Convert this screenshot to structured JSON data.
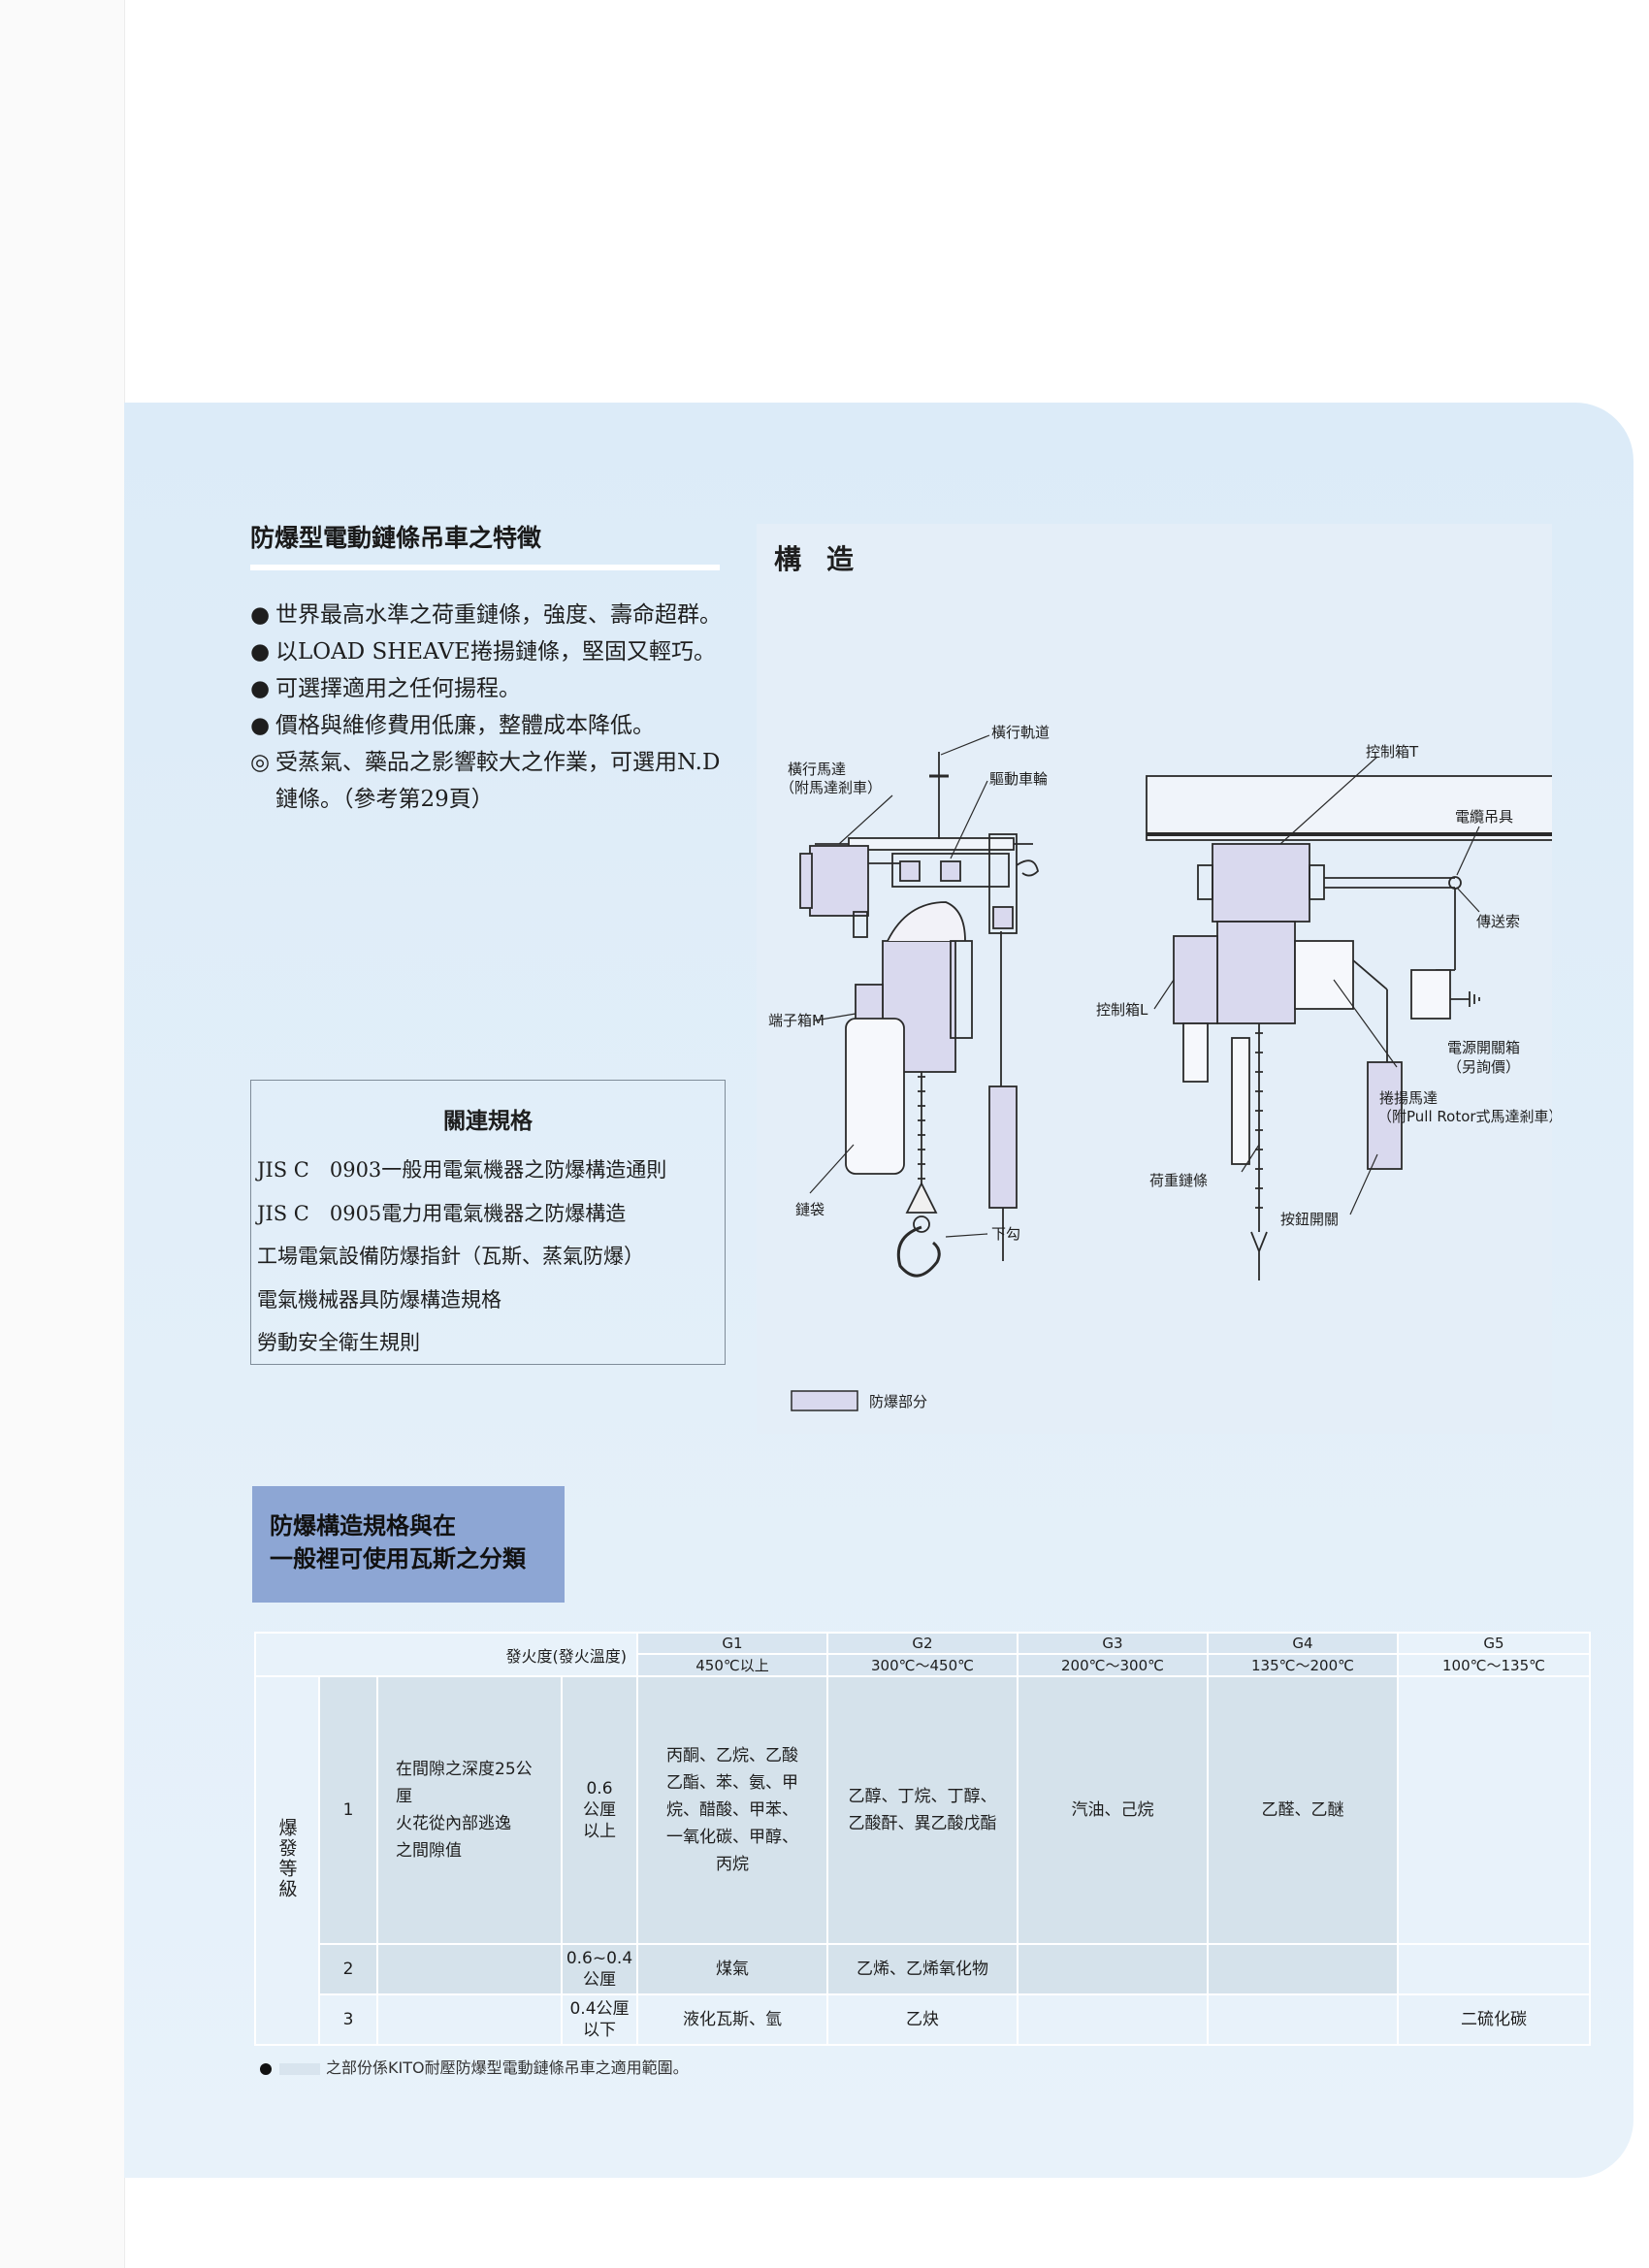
{
  "features": {
    "title": "防爆型電動鏈條吊車之特徵",
    "items": [
      {
        "bullet": "●",
        "text": "世界最高水準之荷重鏈條，強度、壽命超群。"
      },
      {
        "bullet": "●",
        "text": "以LOAD SHEAVE捲揚鏈條，堅固又輕巧。"
      },
      {
        "bullet": "●",
        "text": "可選擇適用之任何揚程。"
      },
      {
        "bullet": "●",
        "text": "價格與維修費用低廉，整體成本降低。"
      },
      {
        "bullet": "◎",
        "text": "受蒸氣、藥品之影響較大之作業，可選用N.D鏈條。（參考第29頁）"
      }
    ]
  },
  "related": {
    "title": "關連規格",
    "items": [
      "JIS C　0903一般用電氣機器之防爆構造通則",
      "JIS C　0905電力用電氣機器之防爆構造",
      "工場電氣設備防爆指針（瓦斯、蒸氣防爆）",
      "電氣機械器具防爆構造規格",
      "勞動安全衛生規則"
    ]
  },
  "structure": {
    "title": "構造",
    "labels": {
      "traverse_rail": "橫行軌道",
      "traverse_motor_1": "橫行馬達",
      "traverse_motor_2": "（附馬達剎車）",
      "drive_wheel": "驅動車輪",
      "terminal_box_m": "端子箱M",
      "chain_bag": "鏈袋",
      "hook": "下勾",
      "control_box_t": "控制箱T",
      "cable_hanger": "電纜吊具",
      "transmit_rope": "傳送索",
      "control_box_l": "控制箱L",
      "power_switch_1": "電源開關箱",
      "power_switch_2": "（另詢價）",
      "hoist_motor_1": "捲揚馬達",
      "hoist_motor_2": "（附Pull Rotor式馬達剎車）",
      "load_chain": "荷重鏈條",
      "push_button": "按鈕開關"
    },
    "legend": "防爆部分",
    "colors": {
      "explosion_proof": "#d9d9ee",
      "line": "#2a2a2a"
    }
  },
  "classification": {
    "banner_line1": "防爆構造規格與在",
    "banner_line2": "一般裡可使用瓦斯之分類",
    "ignition_label": "發火度(發火溫度)",
    "grade_label": "爆發等級",
    "groups": [
      {
        "name": "G1",
        "temp": "450℃以上"
      },
      {
        "name": "G2",
        "temp": "300℃～450℃"
      },
      {
        "name": "G3",
        "temp": "200℃～300℃"
      },
      {
        "name": "G4",
        "temp": "135℃～200℃"
      },
      {
        "name": "G5",
        "temp": "100℃～135℃"
      }
    ],
    "rows": [
      {
        "grade": "1",
        "condition": [
          "在間隙之深度25公",
          "厘",
          "火花從內部逃逸",
          "之間隙值"
        ],
        "gap": [
          "0.6",
          "公厘",
          "以上"
        ],
        "gases": [
          [
            "丙酮、乙烷、乙酸",
            "乙酯、苯、氨、甲",
            "烷、醋酸、甲苯、",
            "一氧化碳、甲醇、",
            "丙烷"
          ],
          [
            "乙醇、丁烷、丁醇、",
            "乙酸酐、異乙酸戊酯"
          ],
          [
            "汽油、己烷"
          ],
          [
            "乙醛、乙醚"
          ],
          []
        ]
      },
      {
        "grade": "2",
        "gap": [
          "0.6~0.4",
          "公厘"
        ],
        "gases": [
          [
            "煤氣"
          ],
          [
            "乙烯、乙烯氧化物"
          ],
          [],
          [],
          []
        ]
      },
      {
        "grade": "3",
        "gap": [
          "0.4公厘",
          "以下"
        ],
        "gases": [
          [
            "液化瓦斯、氫"
          ],
          [
            "乙炔"
          ],
          [],
          [],
          [
            "二硫化碳"
          ]
        ]
      }
    ],
    "footnote": "之部份係KITO耐壓防爆型電動鏈條吊車之適用範圍。"
  }
}
